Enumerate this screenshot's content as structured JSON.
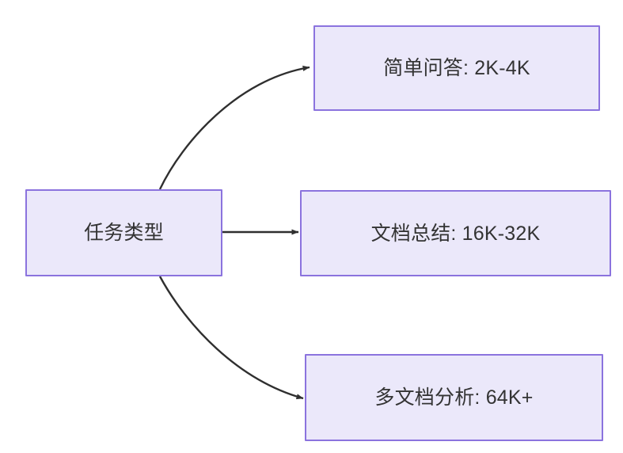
{
  "diagram": {
    "type": "flowchart",
    "direction": "left-to-right",
    "background_color": "#ffffff",
    "node_fill_color": "#ebe8fa",
    "node_border_color": "#8b73de",
    "node_text_color": "#333333",
    "edge_color": "#333333",
    "root": {
      "id": "task-type",
      "label": "任务类型"
    },
    "branches": [
      {
        "id": "simple-qa",
        "label": "简单问答: 2K-4K",
        "category": "简单问答",
        "context_length": "2K-4K",
        "edge_style": "curved-up",
        "arrowhead": true
      },
      {
        "id": "doc-summary",
        "label": "文档总结: 16K-32K",
        "category": "文档总结",
        "context_length": "16K-32K",
        "edge_style": "straight",
        "arrowhead": true
      },
      {
        "id": "multi-doc",
        "label": "多文档分析: 64K+",
        "category": "多文档分析",
        "context_length": "64K+",
        "edge_style": "curved-down",
        "arrowhead": true
      }
    ]
  }
}
